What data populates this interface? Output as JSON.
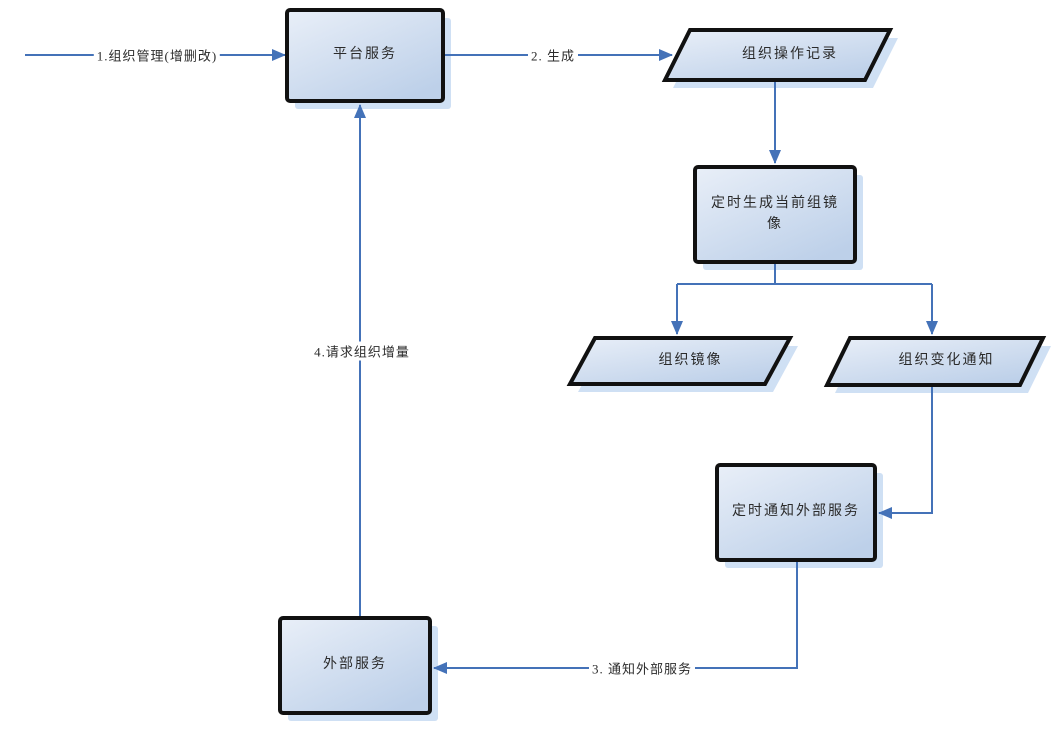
{
  "diagram": {
    "type": "flowchart",
    "colors": {
      "line": "#4472b8",
      "border": "#111111",
      "boxTop": "#e9eff8",
      "boxBottom": "#bdd0e9",
      "shadow": "#cfe0f4",
      "text": "#2b2b2b",
      "bg": "#ffffff"
    },
    "nodes": {
      "platform": {
        "label": "平台服务",
        "shape": "process"
      },
      "op_record": {
        "label": "组织操作记录",
        "shape": "data"
      },
      "snapshot_gen": {
        "label": "定时生成当前组镜像",
        "line1": "定时生成当前组镜",
        "line2": "像",
        "shape": "process"
      },
      "org_mirror": {
        "label": "组织镜像",
        "shape": "data"
      },
      "org_change": {
        "label": "组织变化通知",
        "shape": "data"
      },
      "notify_external": {
        "label": "定时通知外部服务",
        "shape": "process"
      },
      "external": {
        "label": "外部服务",
        "shape": "process"
      }
    },
    "edges": {
      "e1": {
        "label": "1.组织管理(增删改)",
        "from": "start",
        "to": "platform"
      },
      "e2": {
        "label": "2. 生成",
        "from": "platform",
        "to": "op_record"
      },
      "e3": {
        "label": "",
        "from": "op_record",
        "to": "snapshot_gen"
      },
      "e4": {
        "label": "",
        "from": "snapshot_gen",
        "to": "org_mirror"
      },
      "e5": {
        "label": "",
        "from": "snapshot_gen",
        "to": "org_change"
      },
      "e6": {
        "label": "",
        "from": "org_change",
        "to": "notify_external"
      },
      "e7": {
        "label": "3. 通知外部服务",
        "from": "notify_external",
        "to": "external"
      },
      "e8": {
        "label": "4.请求组织增量",
        "from": "external",
        "to": "platform"
      }
    }
  }
}
